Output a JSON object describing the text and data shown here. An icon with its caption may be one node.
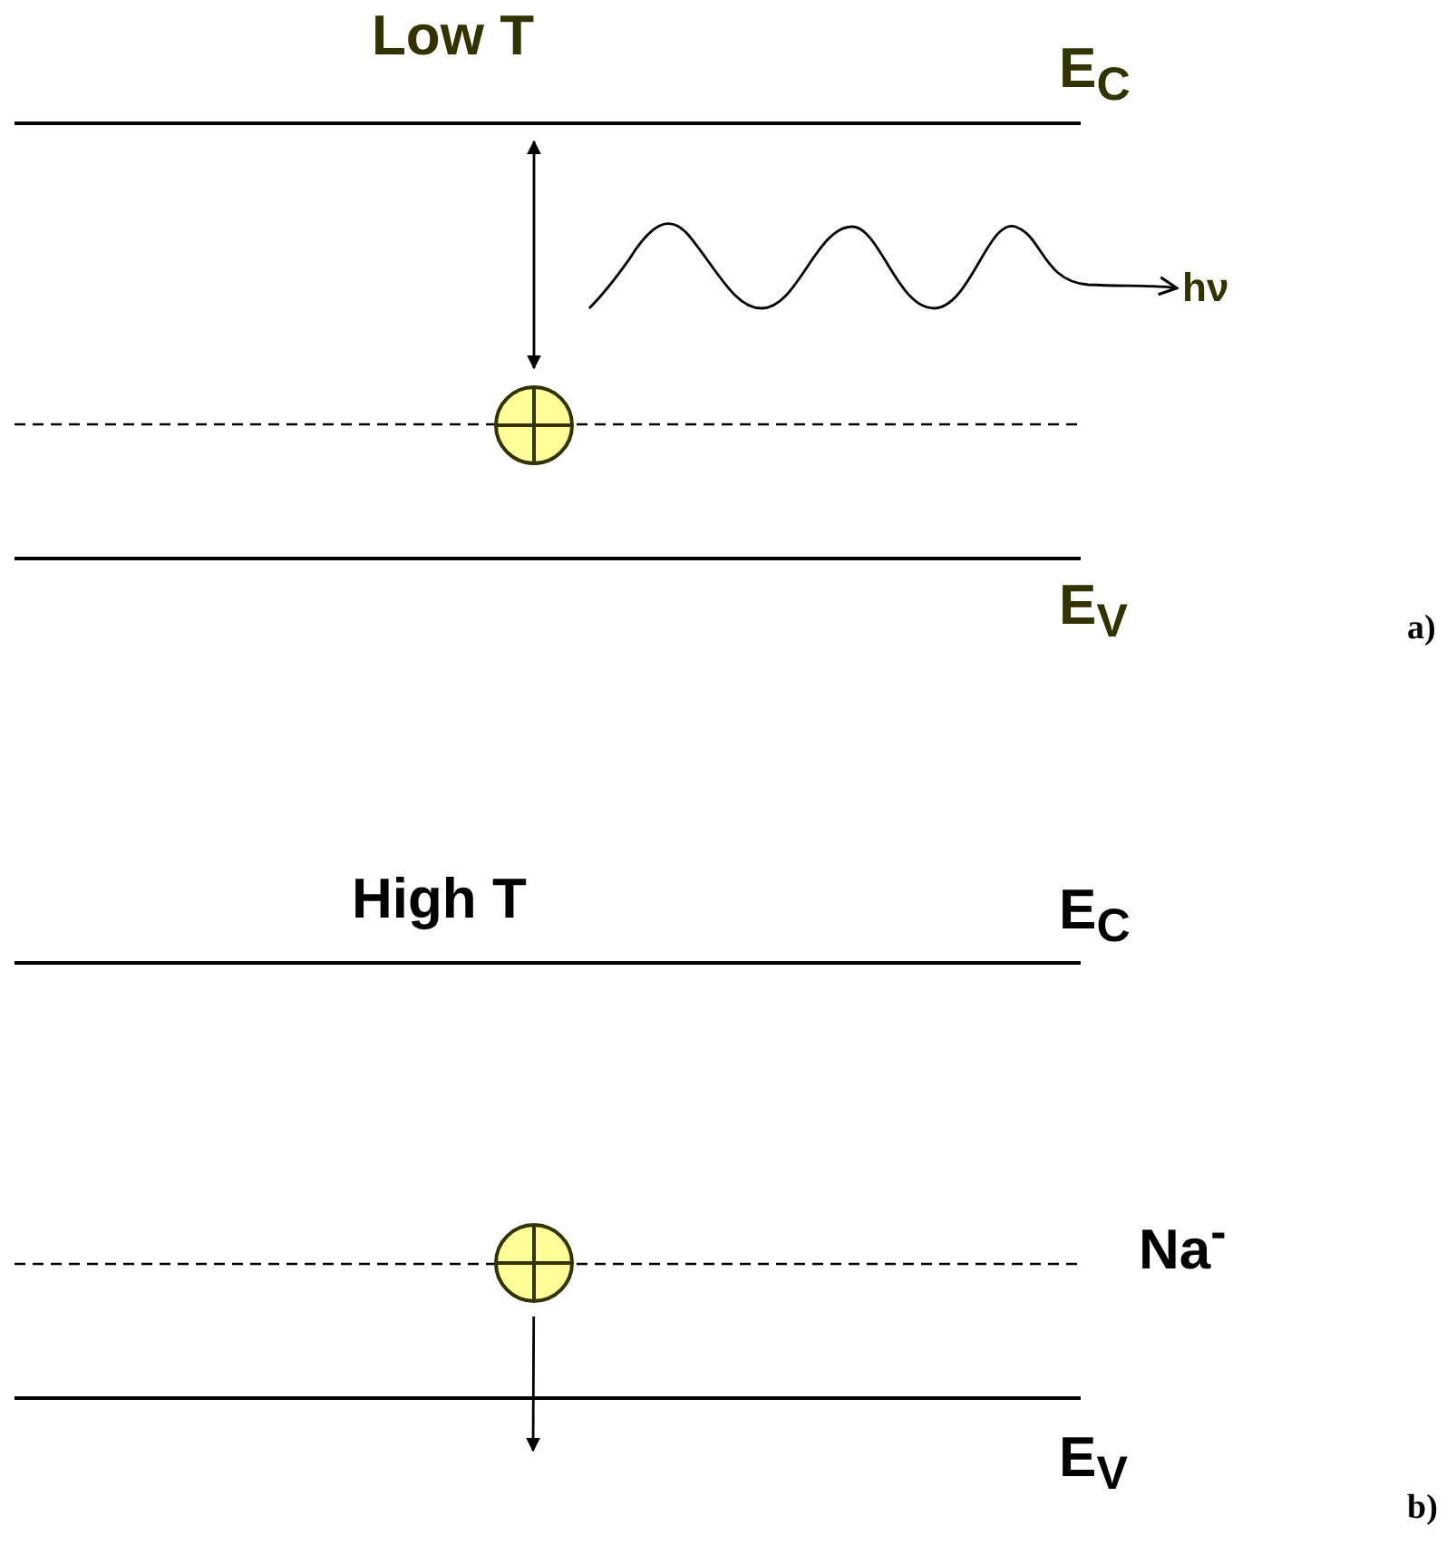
{
  "diagram": {
    "nodes": [
      {
        "text": [],
        "shape": "bar",
        "beside": [
          "E$_{C}$"
        ]
      },
      {
        "text": [],
        "shape": "circle"
      },
      {
        "text": [],
        "shape": "bar",
        "beside": [
          "E$_{V}$"
        ]
      },
      {
        "text": [],
        "shape": "bar",
        "beside": [
          "E$_{C}$"
        ]
      },
      {
        "text": [],
        "shape": "circle"
      },
      {
        "text": [],
        "shape": "bar",
        "beside": [
          "E$_{V}$"
        ]
      },
      {
        "text": [
          "hν"
        ]
      }
    ],
    "edges": [
      {
        "from": 0,
        "to": 1,
        "arrow": "both"
      },
      {
        "from": null,
        "to": 6,
        "arrow": "to"
      },
      {
        "from": 4,
        "to": null,
        "arrow": "to"
      }
    ],
    "labels": [
      "Low T",
      "a)",
      "High T",
      "Na$^{-}$",
      "b)"
    ]
  }
}
